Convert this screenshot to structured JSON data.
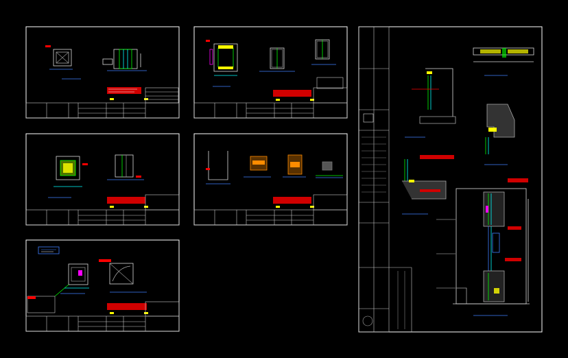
{
  "colors": {
    "background": "#000000",
    "frame": "#ffffff",
    "red": "#ff0000",
    "yellow": "#ffff00",
    "green": "#00ff00",
    "cyan": "#00ffff",
    "blue": "#3f7fff",
    "magenta": "#ff00ff",
    "orange": "#ff8c00",
    "grey": "#8a8a8a"
  },
  "sheets": [
    {
      "id": "sheet-1"
    },
    {
      "id": "sheet-2"
    },
    {
      "id": "sheet-3"
    },
    {
      "id": "sheet-4"
    },
    {
      "id": "sheet-5"
    },
    {
      "id": "sheet-6"
    }
  ]
}
